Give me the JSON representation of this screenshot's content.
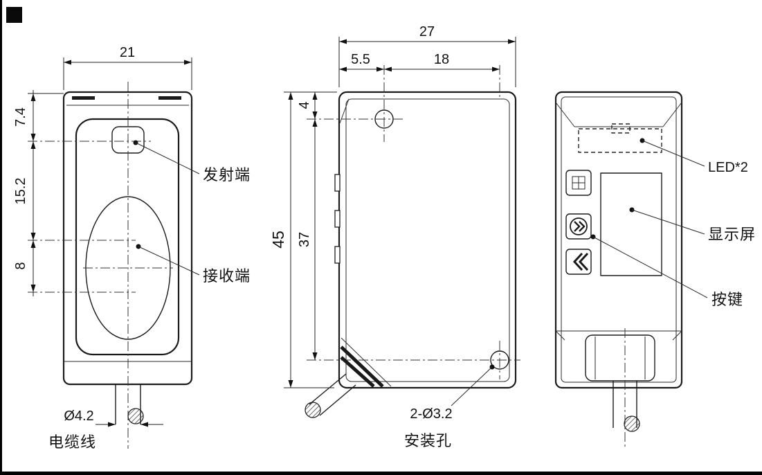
{
  "drawing": {
    "front_view": {
      "dim_top_width": "21",
      "dim_emitter_offset": "7.4",
      "dim_emitter_to_receiver": "15.2",
      "dim_receiver_offset": "8",
      "emitter_label": "发射端",
      "receiver_label": "接收端",
      "cable_diameter": "Ø4.2",
      "cable_label": "电缆线"
    },
    "side_view": {
      "dim_top_width": "27",
      "dim_hole_offset_x": "5.5",
      "dim_hole_spacing_x": "18",
      "dim_hole_offset_y": "4",
      "dim_height": "45",
      "dim_hole_spacing_y": "37",
      "hole_dim_label": "2-Ø3.2",
      "hole_label": "安装孔"
    },
    "back_view": {
      "led_label": "LED*2",
      "display_label": "显示屏",
      "buttons_label": "按键"
    }
  }
}
